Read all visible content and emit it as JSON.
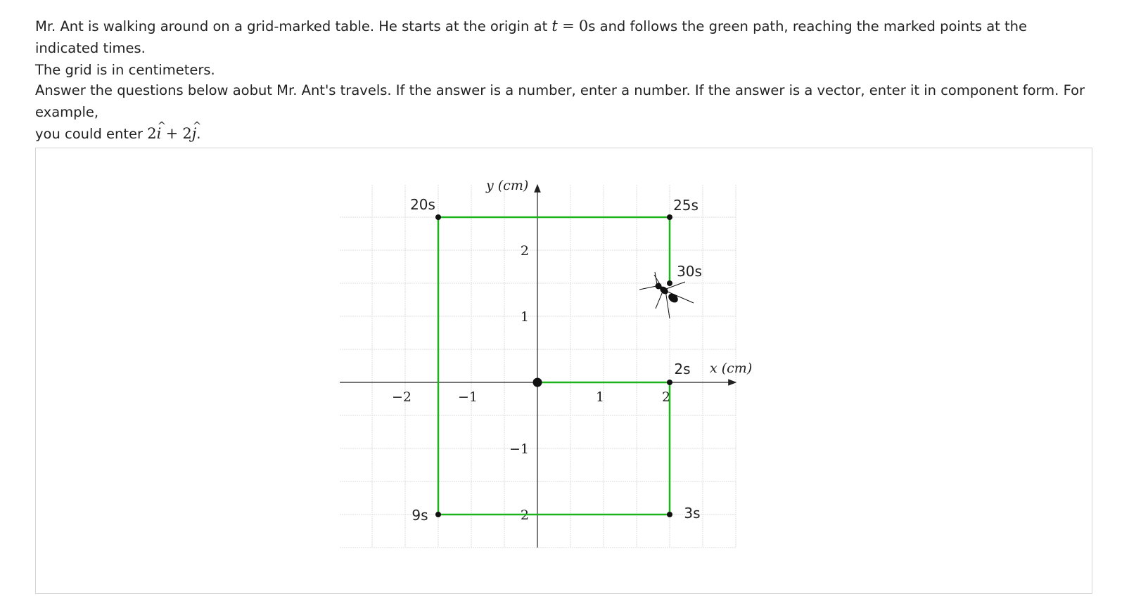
{
  "intro": {
    "sentence_start": "Mr. Ant is walking around on a grid-marked table. He starts at the origin at",
    "t_var": "t",
    "equals": "=",
    "t_value": "0",
    "sentence_end": "s and follows the green path, reaching the marked points at the indicated times.",
    "line2": "The grid is in centimeters."
  },
  "instructions": {
    "text": "Answer the questions below aobut Mr. Ant's travels. If the answer is a number, enter a number. If the answer is a vector, enter it in component form. For example,",
    "line2_start": "you could enter",
    "ex_coef1": "2",
    "ex_i": "i",
    "ex_plus": "+",
    "ex_coef2": "2",
    "ex_j": "j",
    "ex_period": "."
  },
  "figure": {
    "x_axis_label": "x (cm)",
    "y_axis_label": "y (cm)",
    "x_ticks": [
      {
        "label": "−2",
        "value": -2
      },
      {
        "label": "−1",
        "value": -1
      },
      {
        "label": "1",
        "value": 1
      },
      {
        "label": "2",
        "value": 2
      }
    ],
    "y_ticks": [
      {
        "label": "2",
        "value": 2
      },
      {
        "label": "1",
        "value": 1
      },
      {
        "label": "−1",
        "value": -1
      },
      {
        "label": "2",
        "value": -2
      }
    ],
    "path_color": "#1db31d",
    "points": [
      {
        "name": "origin",
        "x": 0,
        "y": 0,
        "label": ""
      },
      {
        "name": "p-2s",
        "x": 2,
        "y": 0,
        "label": "2s"
      },
      {
        "name": "p-3s",
        "x": 2,
        "y": -2,
        "label": "3s"
      },
      {
        "name": "p-9s",
        "x": -1.5,
        "y": -2,
        "label": "9s"
      },
      {
        "name": "p-20s",
        "x": -1.5,
        "y": 2.5,
        "label": "20s"
      },
      {
        "name": "p-25s",
        "x": 2,
        "y": 2.5,
        "label": "25s"
      },
      {
        "name": "p-30s",
        "x": 2,
        "y": 1.5,
        "label": "30s"
      }
    ],
    "ant_icon": "ant-icon"
  }
}
